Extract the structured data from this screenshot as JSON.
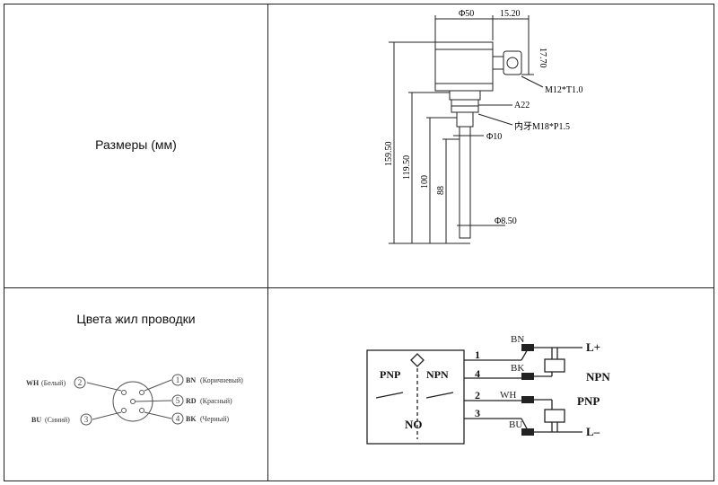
{
  "dimensions_label": "Размеры (мм)",
  "wiring_label": "Цвета жил проводки",
  "drawing": {
    "d50": "Φ50",
    "w1520": "15.20",
    "h1770": "17.70",
    "m12": "M12*T1.0",
    "a22": "A22",
    "m18": "内牙M18*P1.5",
    "d10": "Φ10",
    "l15950": "159.50",
    "l11950": "119.50",
    "l100": "100",
    "l88": "88",
    "d850": "Φ8.50"
  },
  "pins": {
    "wh_code": "WH",
    "wh_name": "(Белый)",
    "wh_num": "2",
    "bu_code": "BU",
    "bu_name": "(Синий)",
    "bu_num": "3",
    "bn_num": "1",
    "bn_code": "BN",
    "bn_name": "(Коричневый)",
    "rd_num": "5",
    "rd_code": "RD",
    "rd_name": "(Красный)",
    "bk_num": "4",
    "bk_code": "BK",
    "bk_name": "(Черный)"
  },
  "circuit": {
    "pnp": "PNP",
    "npn": "NPN",
    "no": "NO",
    "w1": "1",
    "w4": "4",
    "w2": "2",
    "w3": "3",
    "bn": "BN",
    "bk": "BK",
    "wh": "WH",
    "bu": "BU",
    "lplus": "L+",
    "npn_r": "NPN",
    "pnp_r": "PNP",
    "lminus": "L–"
  }
}
